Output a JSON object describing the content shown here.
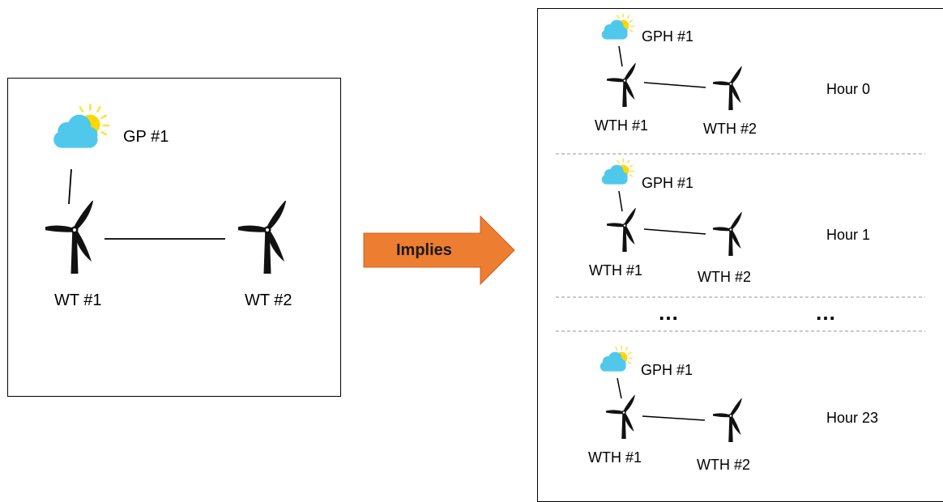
{
  "left_panel": {
    "weather_label": "GP #1",
    "turbine_1_label": "WT #1",
    "turbine_2_label": "WT #2"
  },
  "arrow": {
    "label": "Implies",
    "color": "#ED7D31"
  },
  "right_panel": {
    "hours": [
      {
        "hour_label": "Hour 0",
        "weather_label": "GPH #1",
        "turbine_1_label": "WTH #1",
        "turbine_2_label": "WTH #2"
      },
      {
        "hour_label": "Hour 1",
        "weather_label": "GPH #1",
        "turbine_1_label": "WTH #1",
        "turbine_2_label": "WTH #2"
      },
      {
        "hour_label": "Hour 23",
        "weather_label": "GPH #1",
        "turbine_1_label": "WTH #1",
        "turbine_2_label": "WTH #2"
      }
    ],
    "ellipsis_left": "…",
    "ellipsis_right": "…"
  },
  "colors": {
    "cloud": "#4FC8EC",
    "sun": "#FFD700",
    "sun_rays": "#FFE14D",
    "turbine": "#111111",
    "divider": "#AAAAAA"
  },
  "icons": [
    "weather-cloud-sun-icon",
    "wind-turbine-icon"
  ]
}
